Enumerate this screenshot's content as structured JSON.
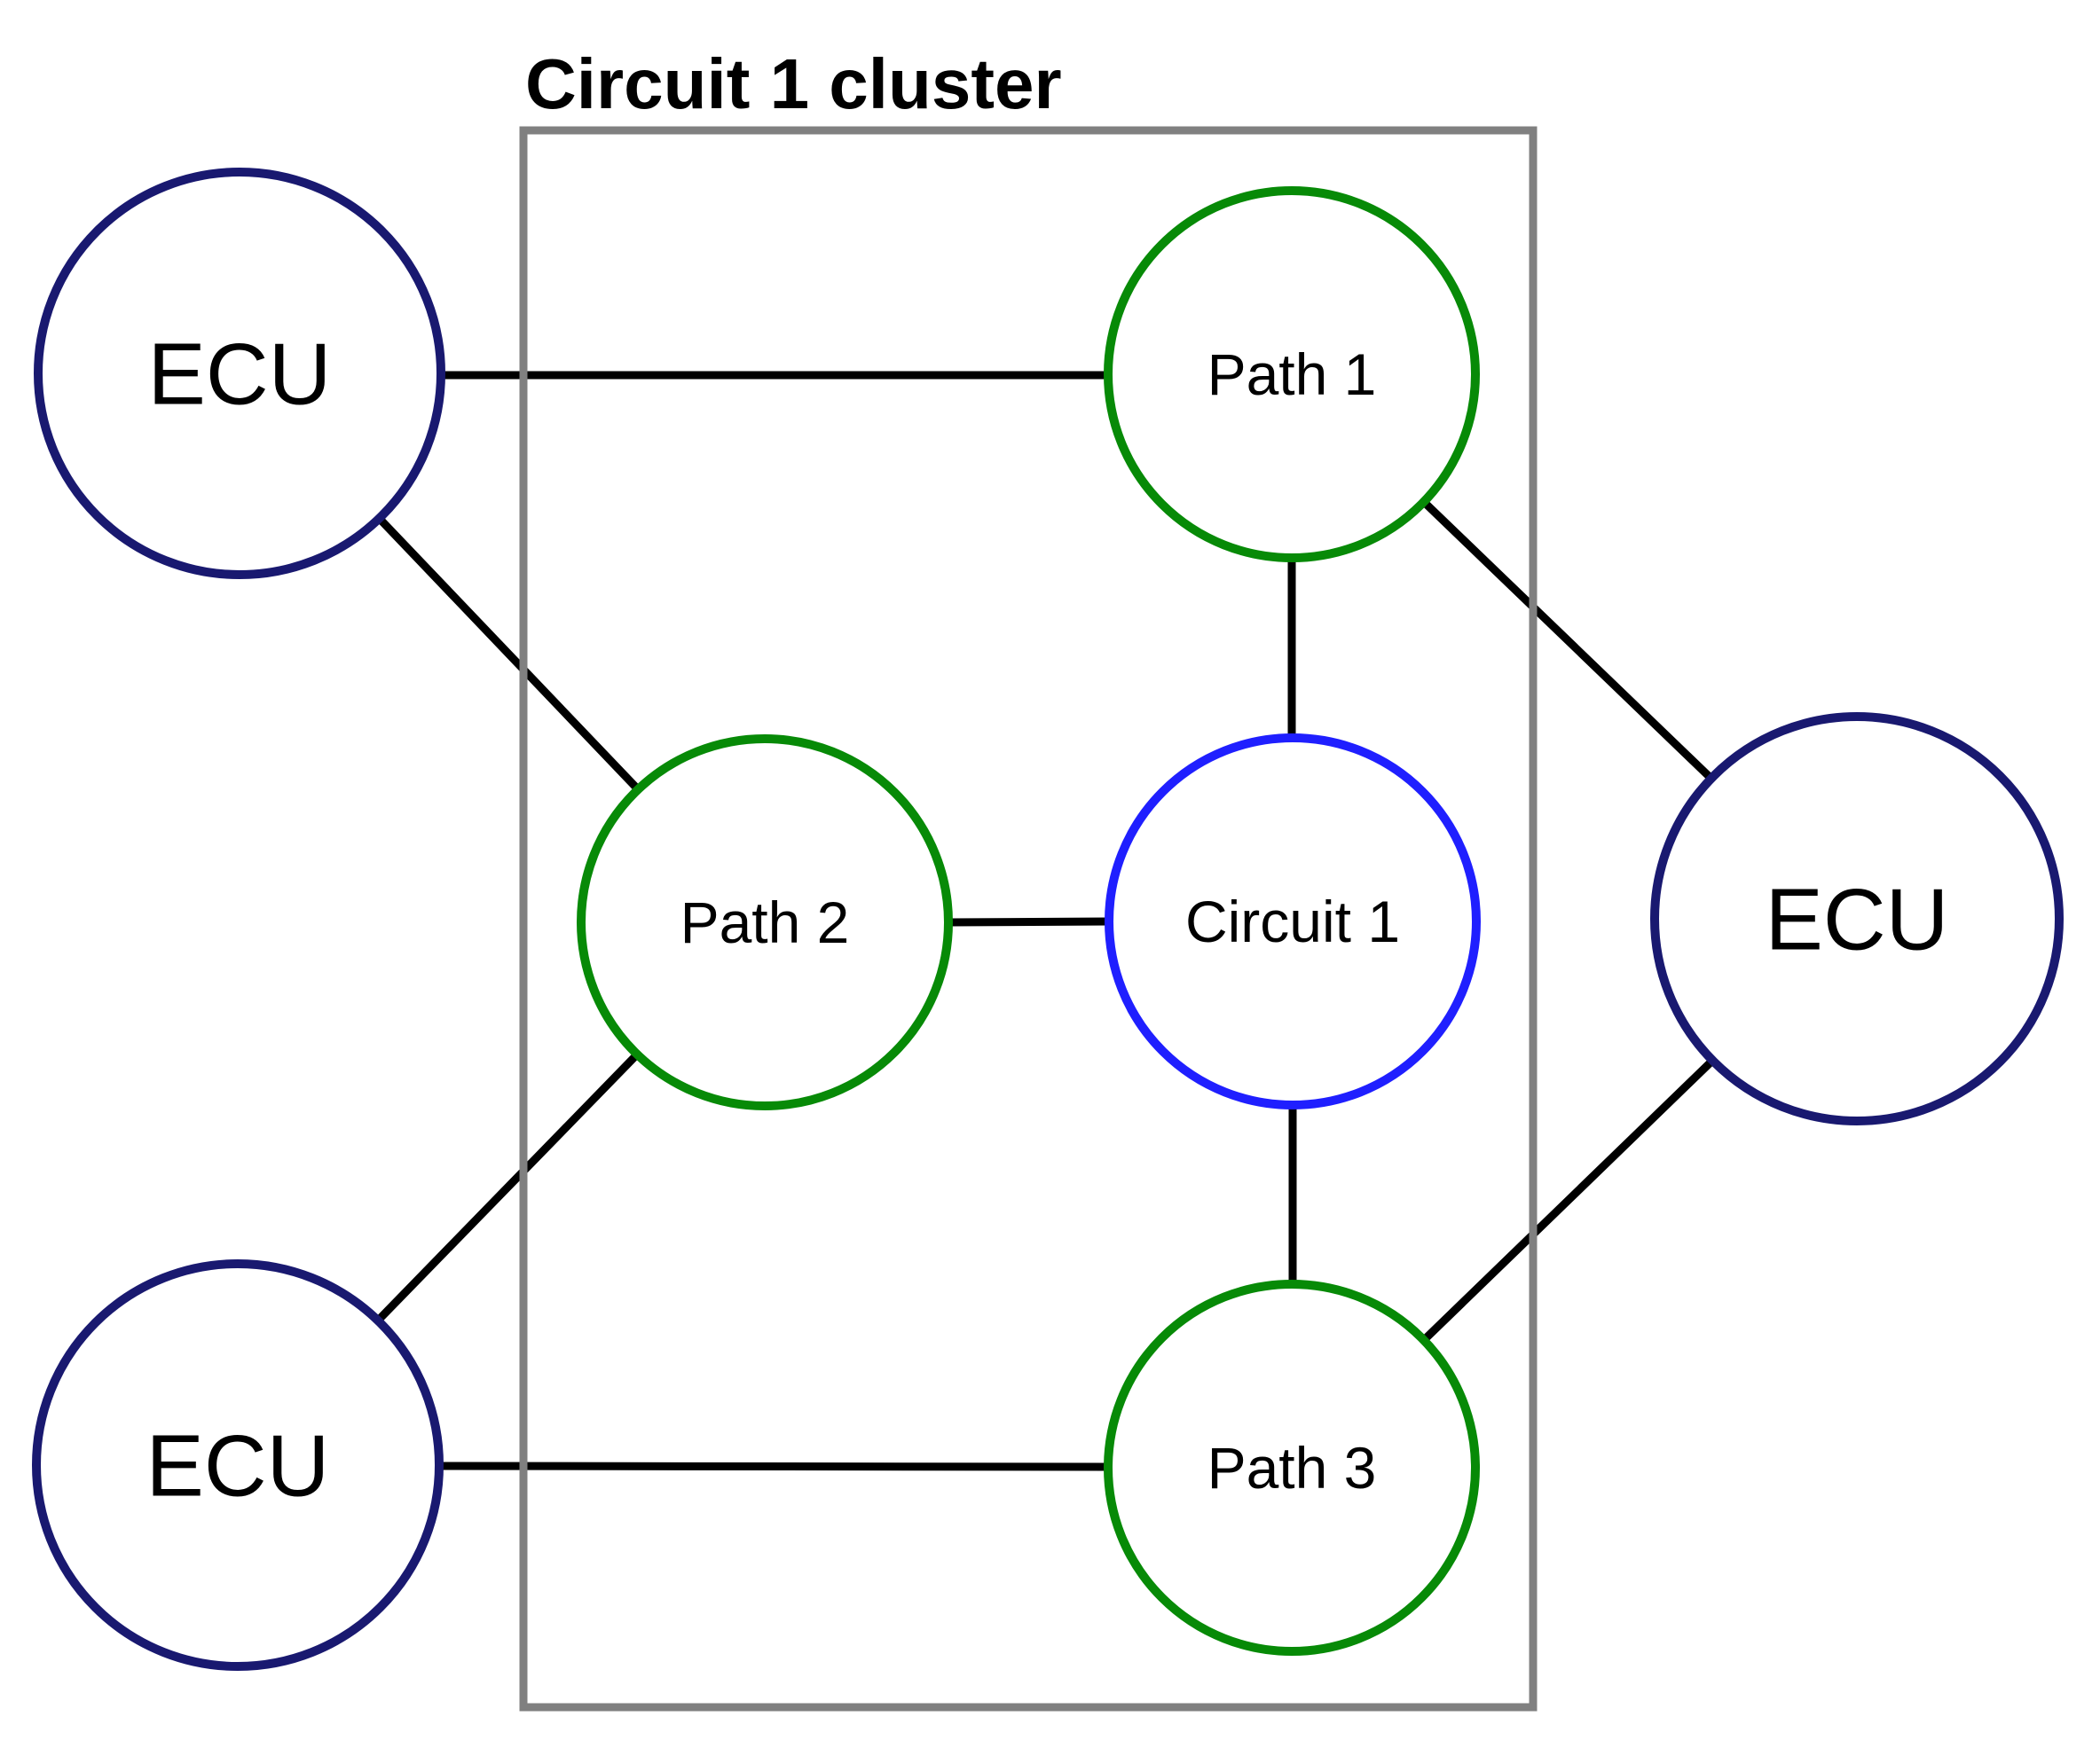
{
  "cluster": {
    "label": "Circuit 1 cluster"
  },
  "colors": {
    "edge": "#000000",
    "cluster_border": "#808080",
    "ecu_border": "#191970",
    "path_border": "#078a07",
    "circuit_border": "#1f1fff",
    "node_fill": "#ffffff",
    "label_text": "#000000"
  },
  "nodes": {
    "ecu_top_left": {
      "label": "ECU",
      "border_color": "#191970"
    },
    "ecu_right": {
      "label": "ECU",
      "border_color": "#191970"
    },
    "ecu_bottom_left": {
      "label": "ECU",
      "border_color": "#191970"
    },
    "path_1": {
      "label": "Path 1",
      "border_color": "#078a07"
    },
    "path_2": {
      "label": "Path 2",
      "border_color": "#078a07"
    },
    "path_3": {
      "label": "Path 3",
      "border_color": "#078a07"
    },
    "circuit_1": {
      "label": "Circuit 1",
      "border_color": "#1f1fff"
    }
  },
  "edges": [
    {
      "from": "ECU (top left)",
      "to": "Path 1"
    },
    {
      "from": "ECU (top left)",
      "to": "Path 2"
    },
    {
      "from": "Path 1",
      "to": "Circuit 1"
    },
    {
      "from": "Path 1",
      "to": "ECU (right)"
    },
    {
      "from": "Path 2",
      "to": "Circuit 1"
    },
    {
      "from": "ECU (bottom left)",
      "to": "Path 2"
    },
    {
      "from": "Circuit 1",
      "to": "Path 3"
    },
    {
      "from": "Path 3",
      "to": "ECU (right)"
    },
    {
      "from": "ECU (bottom left)",
      "to": "Path 3"
    }
  ]
}
